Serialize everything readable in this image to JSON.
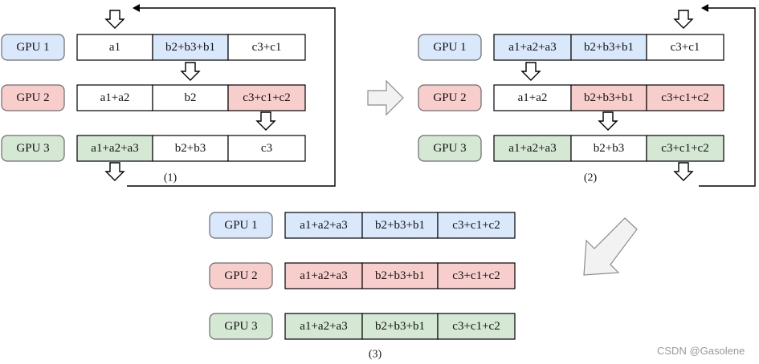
{
  "colors": {
    "gpu1": "#dae8fc",
    "gpu2": "#f8cecc",
    "gpu3": "#d5e8d4",
    "white": "#ffffff",
    "stroke": "#000000",
    "gpu_stroke": "#6c6c6c",
    "big_arrow_fill": "#f2f2f2",
    "big_arrow_stroke": "#8c8c8c"
  },
  "panels": [
    {
      "caption": "(1)",
      "gpus": [
        {
          "label": "GPU 1",
          "color": "gpu1",
          "cells": [
            {
              "text": "a1",
              "color": "white"
            },
            {
              "text": "b2+b3+b1",
              "color": "gpu1"
            },
            {
              "text": "c3+c1",
              "color": "white"
            }
          ]
        },
        {
          "label": "GPU 2",
          "color": "gpu2",
          "cells": [
            {
              "text": "a1+a2",
              "color": "white"
            },
            {
              "text": "b2",
              "color": "white"
            },
            {
              "text": "c3+c1+c2",
              "color": "gpu2"
            }
          ]
        },
        {
          "label": "GPU 3",
          "color": "gpu3",
          "cells": [
            {
              "text": "a1+a2+a3",
              "color": "gpu3"
            },
            {
              "text": "b2+b3",
              "color": "white"
            },
            {
              "text": "c3",
              "color": "white"
            }
          ]
        }
      ]
    },
    {
      "caption": "(2)",
      "gpus": [
        {
          "label": "GPU 1",
          "color": "gpu1",
          "cells": [
            {
              "text": "a1+a2+a3",
              "color": "gpu1"
            },
            {
              "text": "b2+b3+b1",
              "color": "gpu1"
            },
            {
              "text": "c3+c1",
              "color": "white"
            }
          ]
        },
        {
          "label": "GPU 2",
          "color": "gpu2",
          "cells": [
            {
              "text": "a1+a2",
              "color": "white"
            },
            {
              "text": "b2+b3+b1",
              "color": "gpu2"
            },
            {
              "text": "c3+c1+c2",
              "color": "gpu2"
            }
          ]
        },
        {
          "label": "GPU 3",
          "color": "gpu3",
          "cells": [
            {
              "text": "a1+a2+a3",
              "color": "gpu3"
            },
            {
              "text": "b2+b3",
              "color": "white"
            },
            {
              "text": "c3+c1+c2",
              "color": "gpu3"
            }
          ]
        }
      ]
    },
    {
      "caption": "(3)",
      "gpus": [
        {
          "label": "GPU 1",
          "color": "gpu1",
          "cells": [
            {
              "text": "a1+a2+a3",
              "color": "gpu1"
            },
            {
              "text": "b2+b3+b1",
              "color": "gpu1"
            },
            {
              "text": "c3+c1+c2",
              "color": "gpu1"
            }
          ]
        },
        {
          "label": "GPU 2",
          "color": "gpu2",
          "cells": [
            {
              "text": "a1+a2+a3",
              "color": "gpu2"
            },
            {
              "text": "b2+b3+b1",
              "color": "gpu2"
            },
            {
              "text": "c3+c1+c2",
              "color": "gpu2"
            }
          ]
        },
        {
          "label": "GPU 3",
          "color": "gpu3",
          "cells": [
            {
              "text": "a1+a2+a3",
              "color": "gpu3"
            },
            {
              "text": "b2+b3+b1",
              "color": "gpu3"
            },
            {
              "text": "c3+c1+c2",
              "color": "gpu3"
            }
          ]
        }
      ]
    }
  ],
  "watermark": "CSDN @Gasolene"
}
